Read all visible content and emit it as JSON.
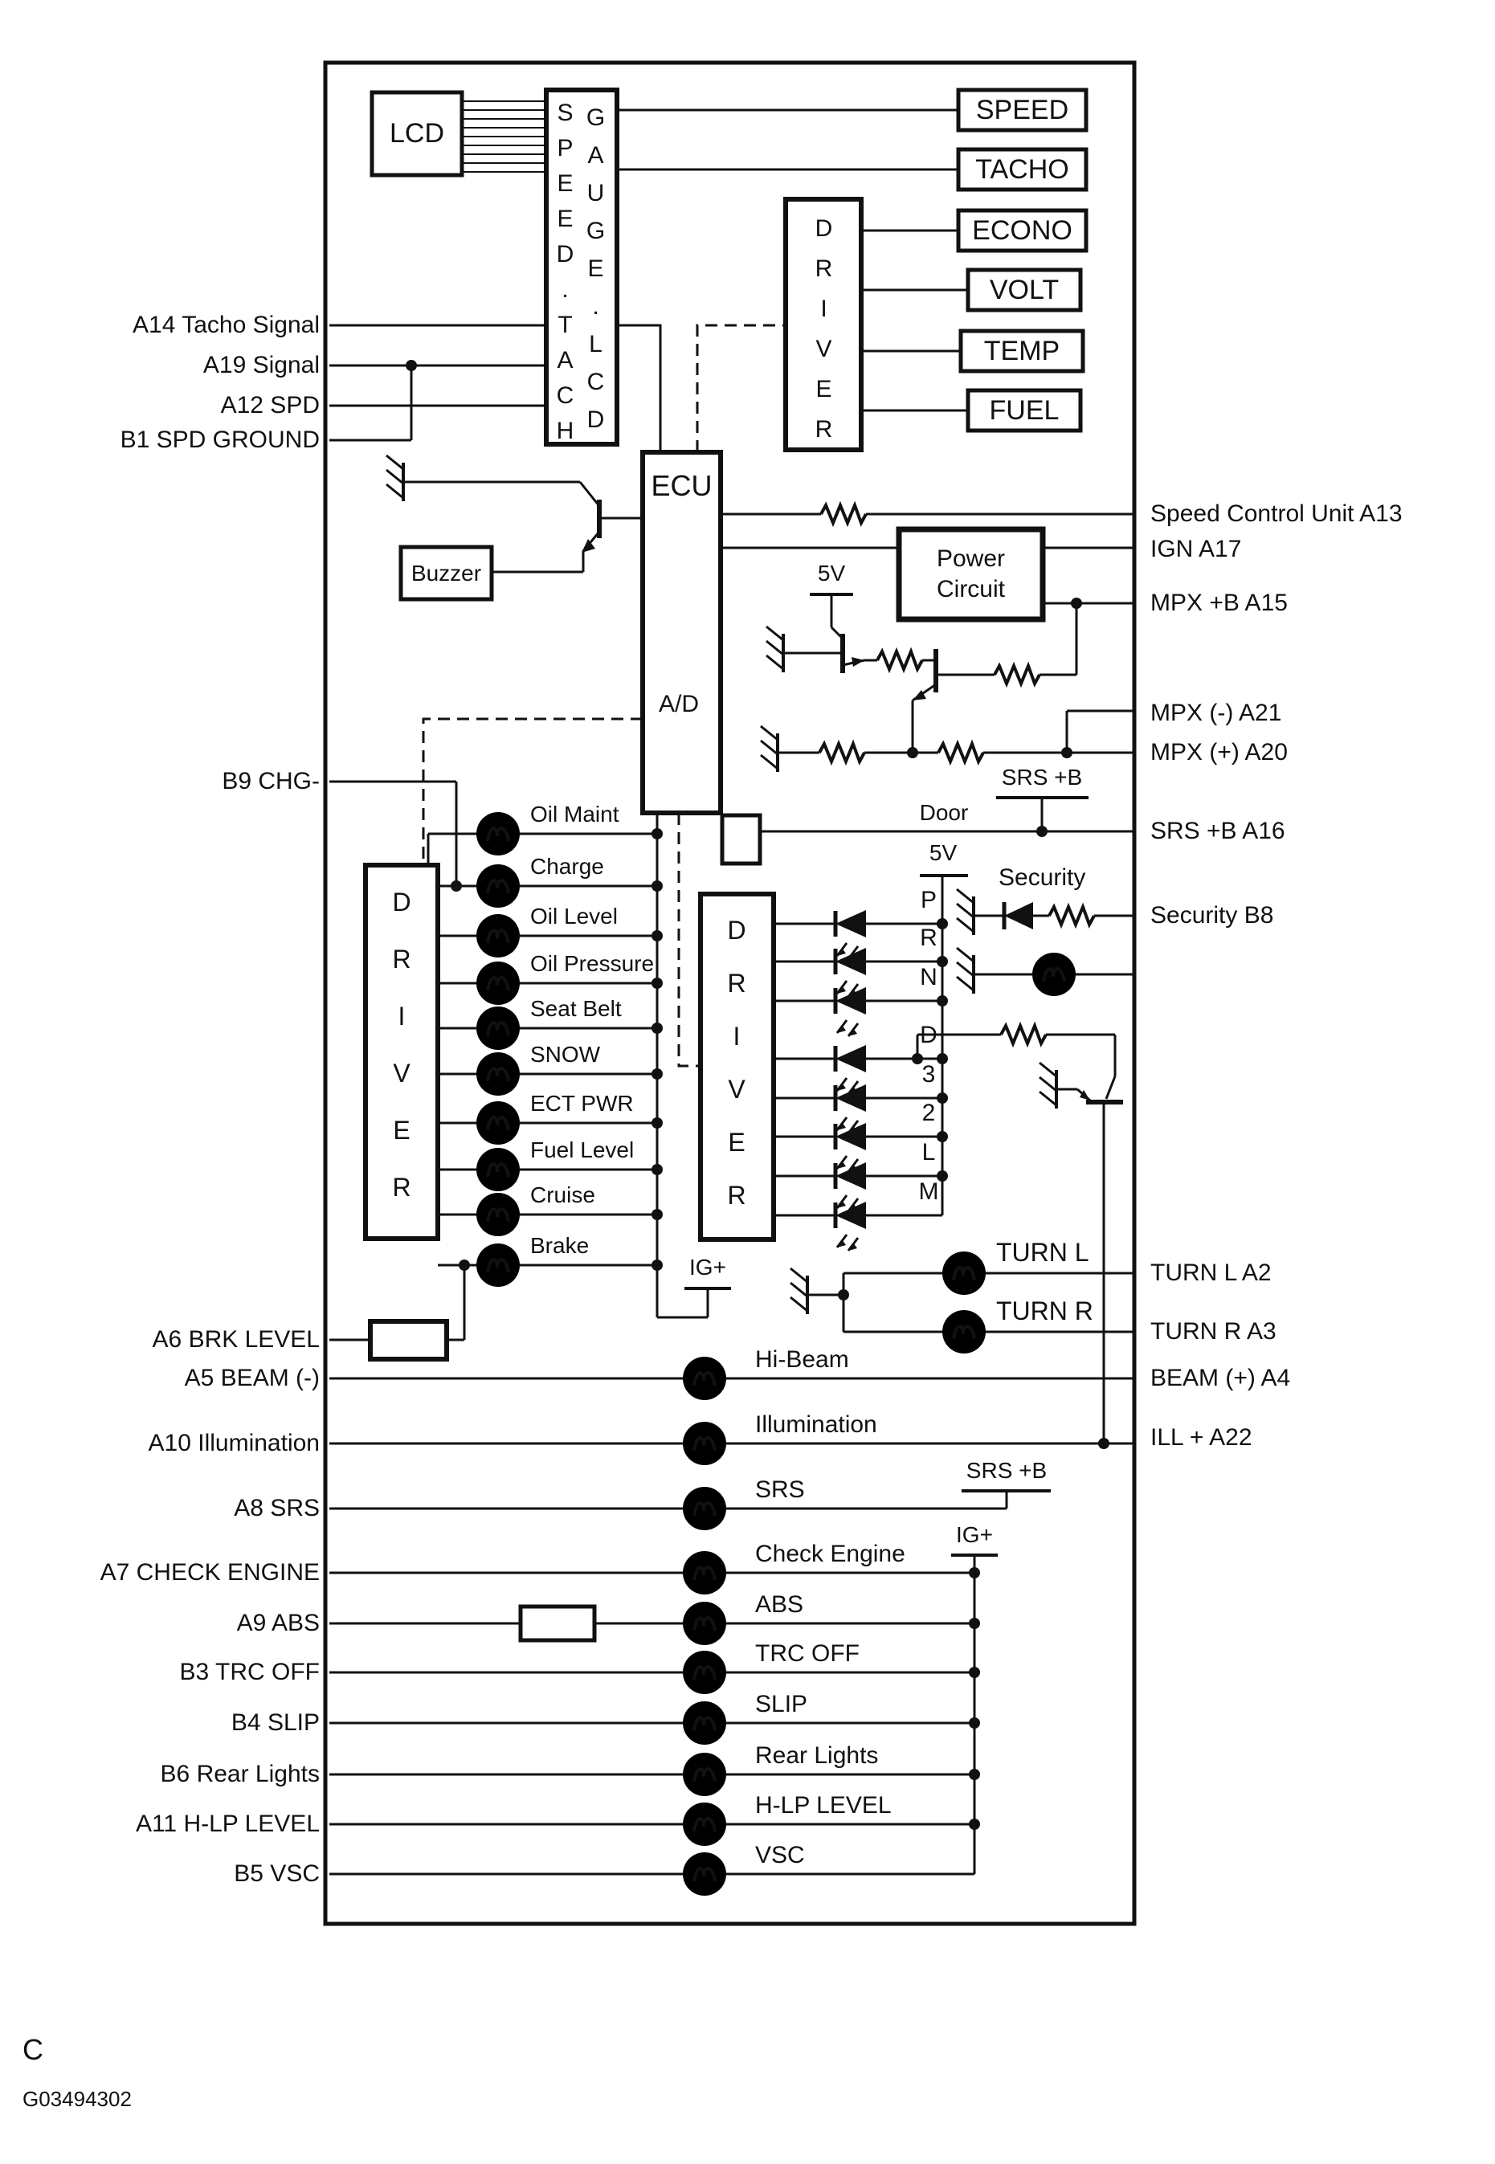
{
  "blocks": {
    "lcd": "LCD",
    "gauge_col_left": "SPEED.TACH",
    "gauge_col_right": "GAUGE.LCD",
    "driver_top": "DRIVER",
    "driver_left": "DRIVER",
    "driver_mid": "DRIVER",
    "ecu": "ECU",
    "adc": "A/D",
    "buzzer": "Buzzer",
    "power_line1": "Power",
    "power_line2": "Circuit"
  },
  "gauges": [
    "SPEED",
    "TACHO",
    "ECONO",
    "VOLT",
    "TEMP",
    "FUEL"
  ],
  "left_pins": [
    "A14 Tacho Signal",
    "A19 Signal",
    "A12 SPD",
    "B1 SPD GROUND",
    "B9 CHG-",
    "A6 BRK LEVEL",
    "A5 BEAM (-)",
    "A10 Illumination",
    "A8 SRS",
    "A7 CHECK ENGINE",
    "A9 ABS",
    "B3 TRC OFF",
    "B4 SLIP",
    "B6 Rear Lights",
    "A11 H-LP LEVEL",
    "B5 VSC"
  ],
  "right_pins": [
    "Speed Control Unit A13",
    "IGN A17",
    "MPX +B A15",
    "MPX (-) A21",
    "MPX (+) A20",
    "SRS +B A16",
    "Security B8",
    "TURN L A2",
    "TURN R A3",
    "BEAM (+) A4",
    "ILL + A22"
  ],
  "indicators": [
    "Oil Maint",
    "Charge",
    "Oil Level",
    "Oil Pressure",
    "Seat Belt",
    "SNOW",
    "ECT PWR",
    "Fuel Level",
    "Cruise",
    "Brake"
  ],
  "gear_leds": [
    "P",
    "R",
    "N",
    "D",
    "3",
    "2",
    "L",
    "M"
  ],
  "warning_rows": [
    "Hi-Beam",
    "Illumination",
    "SRS",
    "Check Engine",
    "ABS",
    "TRC OFF",
    "SLIP",
    "Rear Lights",
    "H-LP LEVEL",
    "VSC"
  ],
  "power_rails": {
    "five_v_top": "5V",
    "five_v_mid": "5V",
    "srs_b_mid": "SRS +B",
    "srs_b_low": "SRS +B",
    "ig_mid": "IG+",
    "ig_low": "IG+"
  },
  "misc": {
    "door": "Door",
    "security": "Security",
    "turn_l": "TURN L",
    "turn_r": "TURN R"
  },
  "footer": {
    "mark": "C",
    "figure_id": "G03494302"
  },
  "colors": {
    "ink": "#111111",
    "paper": "#ffffff"
  }
}
